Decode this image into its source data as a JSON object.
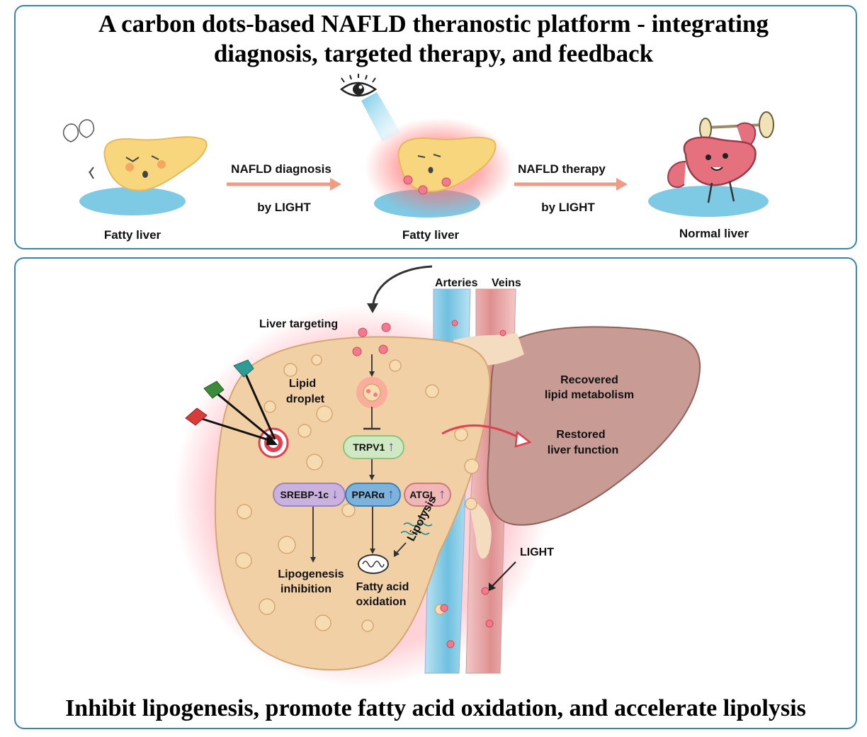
{
  "title": {
    "line1": "A carbon dots-based NAFLD theranostic platform - integrating",
    "line2": "diagnosis, targeted therapy, and feedback"
  },
  "top_flow": {
    "stage1_label": "Fatty liver",
    "step1_line1": "NAFLD diagnosis",
    "step1_line2": "by LIGHT",
    "stage2_label": "Fatty liver",
    "step2_line1": "NAFLD therapy",
    "step2_line2": "by LIGHT",
    "stage3_label": "Normal liver"
  },
  "mechanism": {
    "arteries": "Arteries",
    "veins": "Veins",
    "liver_targeting": "Liver targeting",
    "lipid_droplet_line1": "Lipid",
    "lipid_droplet_line2": "droplet",
    "trpv1": "TRPV1",
    "srebp": "SREBP-1c",
    "ppara": "PPARα",
    "atgl": "ATGL",
    "lipolysis": "Lipolysis",
    "lipogenesis_line1": "Lipogenesis",
    "lipogenesis_line2": "inhibition",
    "fao_line1": "Fatty acid",
    "fao_line2": "oxidation",
    "recovered_line1": "Recovered",
    "recovered_line2": "lipid metabolism",
    "restored_line1": "Restored",
    "restored_line2": "liver function",
    "light": "LIGHT",
    "up_arrow": "↑",
    "down_arrow": "↓"
  },
  "footer": "Inhibit lipogenesis, promote fatty acid oxidation, and accelerate lipolysis",
  "colors": {
    "panel_border": "#3a86a8",
    "flow_arrow": "#ee9c83",
    "liver_fatty": "#f7d67e",
    "liver_big": "#f2d0a6",
    "liver_recovered": "#c89c94",
    "artery": "#7cc4e0",
    "vein": "#e8a5a5",
    "trpv1": "#cfe9c2",
    "srebp": "#c9b2de",
    "ppara": "#7cb3dc",
    "atgl": "#f1b6b6",
    "red_arrow": "#e0404f"
  }
}
